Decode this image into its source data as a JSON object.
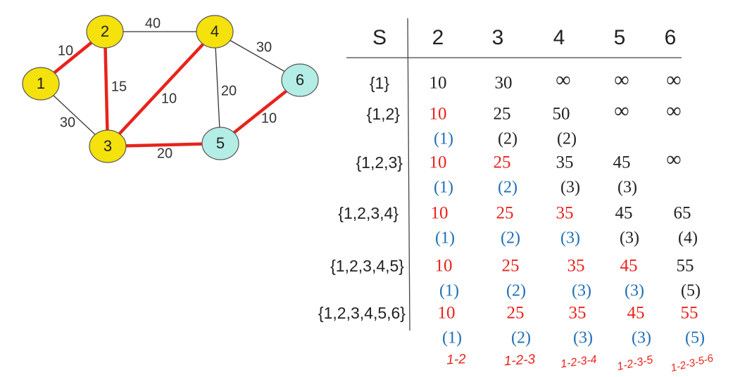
{
  "graph": {
    "nodes": [
      {
        "id": "1",
        "color": "#f5e10c"
      },
      {
        "id": "2",
        "color": "#f5e10c"
      },
      {
        "id": "3",
        "color": "#f5e10c"
      },
      {
        "id": "4",
        "color": "#f5e10c"
      },
      {
        "id": "5",
        "color": "#b4ece6"
      },
      {
        "id": "6",
        "color": "#b4ece6"
      }
    ],
    "edges": [
      {
        "from": "1",
        "to": "2",
        "weight": "10",
        "in_tree": true
      },
      {
        "from": "2",
        "to": "4",
        "weight": "40",
        "in_tree": false
      },
      {
        "from": "2",
        "to": "3",
        "weight": "15",
        "in_tree": true
      },
      {
        "from": "1",
        "to": "3",
        "weight": "30",
        "in_tree": false
      },
      {
        "from": "3",
        "to": "4",
        "weight": "10",
        "in_tree": true
      },
      {
        "from": "4",
        "to": "6",
        "weight": "30",
        "in_tree": false
      },
      {
        "from": "4",
        "to": "5",
        "weight": "20",
        "in_tree": false
      },
      {
        "from": "5",
        "to": "6",
        "weight": "10",
        "in_tree": true
      },
      {
        "from": "3",
        "to": "5",
        "weight": "20",
        "in_tree": true
      }
    ],
    "tree_edge_color": "#e8231b"
  },
  "table": {
    "header_set": "S",
    "header_cols": [
      "2",
      "3",
      "4",
      "5",
      "6"
    ],
    "rows": [
      {
        "set": "{1}",
        "cells": [
          {
            "value": "10",
            "pred": "",
            "final": false
          },
          {
            "value": "30",
            "pred": "",
            "final": false
          },
          {
            "value": "∞",
            "pred": "",
            "final": false
          },
          {
            "value": "∞",
            "pred": "",
            "final": false
          },
          {
            "value": "∞",
            "pred": "",
            "final": false
          }
        ]
      },
      {
        "set": "{1,2}",
        "cells": [
          {
            "value": "10",
            "pred": "(1)",
            "final": true
          },
          {
            "value": "25",
            "pred": "(2)",
            "final": false
          },
          {
            "value": "50",
            "pred": "(2)",
            "final": false
          },
          {
            "value": "∞",
            "pred": "",
            "final": false
          },
          {
            "value": "∞",
            "pred": "",
            "final": false
          }
        ]
      },
      {
        "set": "{1,2,3}",
        "cells": [
          {
            "value": "10",
            "pred": "(1)",
            "final": true
          },
          {
            "value": "25",
            "pred": "(2)",
            "final": true
          },
          {
            "value": "35",
            "pred": "(3)",
            "final": false
          },
          {
            "value": "45",
            "pred": "(3)",
            "final": false
          },
          {
            "value": "∞",
            "pred": "",
            "final": false
          }
        ]
      },
      {
        "set": "{1,2,3,4}",
        "cells": [
          {
            "value": "10",
            "pred": "(1)",
            "final": true
          },
          {
            "value": "25",
            "pred": "(2)",
            "final": true
          },
          {
            "value": "35",
            "pred": "(3)",
            "final": true
          },
          {
            "value": "45",
            "pred": "(3)",
            "final": false
          },
          {
            "value": "65",
            "pred": "(4)",
            "final": false
          }
        ]
      },
      {
        "set": "{1,2,3,4,5}",
        "cells": [
          {
            "value": "10",
            "pred": "(1)",
            "final": true
          },
          {
            "value": "25",
            "pred": "(2)",
            "final": true
          },
          {
            "value": "35",
            "pred": "(3)",
            "final": true
          },
          {
            "value": "45",
            "pred": "(3)",
            "final": true
          },
          {
            "value": "55",
            "pred": "(5)",
            "final": false
          }
        ]
      },
      {
        "set": "{1,2,3,4,5,6}",
        "cells": [
          {
            "value": "10",
            "pred": "(1)",
            "final": true
          },
          {
            "value": "25",
            "pred": "(2)",
            "final": true
          },
          {
            "value": "35",
            "pred": "(3)",
            "final": true
          },
          {
            "value": "45",
            "pred": "(3)",
            "final": true
          },
          {
            "value": "55",
            "pred": "(5)",
            "final": true
          }
        ]
      }
    ],
    "paths": [
      "1-2",
      "1-2-3",
      "1-2-3-4",
      "1-2-3-5",
      "1-2-3-5-6"
    ]
  },
  "colors": {
    "final_value": "#e8231b",
    "final_pred": "#1f6fb5",
    "normal": "#222222",
    "path_ink": "#e8231b"
  }
}
